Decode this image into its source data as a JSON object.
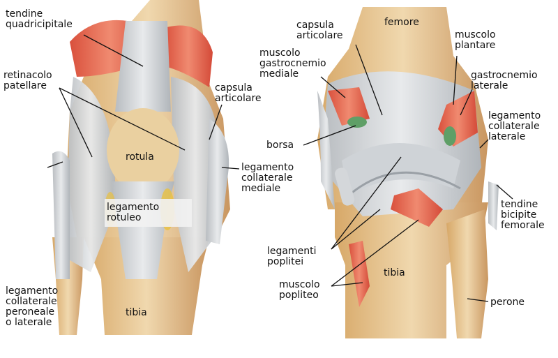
{
  "colors": {
    "bone": "#e6c796",
    "bone_dark": "#c9975a",
    "ligament": "#d9dcdf",
    "ligament_shade": "#aeb3b8",
    "muscle": "#e0604a",
    "muscle_light": "#f0a08a",
    "bursa": "#5f9f67"
  },
  "front_view": {
    "tendine_quadricipitale": [
      "tendine",
      "quadricipitale"
    ],
    "retinacolo_patellare": [
      "retinacolo",
      "patellare"
    ],
    "capsula_articolare": [
      "capsula",
      "articolare"
    ],
    "rotula": "rotula",
    "legamento_collaterale_mediale": [
      "legamento",
      "collaterale",
      "mediale"
    ],
    "legamento_rotuleo": [
      "legamento",
      "rotuleo"
    ],
    "legamento_collaterale_peroneale": [
      "legamento",
      "collaterale",
      "peroneale",
      "o laterale"
    ],
    "tibia": "tibia"
  },
  "back_view": {
    "capsula_articolare": [
      "capsula",
      "articolare"
    ],
    "femore": "femore",
    "muscolo_plantare": [
      "muscolo",
      "plantare"
    ],
    "muscolo_gastrocnemio_mediale": [
      "muscolo",
      "gastrocnemio",
      "mediale"
    ],
    "gastrocnemio_laterale": [
      "gastrocnemio",
      "laterale"
    ],
    "legamento_collaterale_laterale": [
      "legamento",
      "collaterale",
      "laterale"
    ],
    "borsa": "borsa",
    "tendine_bicipite_femorale": [
      "tendine",
      "bicipite",
      "femorale"
    ],
    "legamenti_poplitei": [
      "legamenti",
      "poplitei"
    ],
    "tibia": "tibia",
    "muscolo_popliteo": [
      "muscolo",
      "popliteo"
    ],
    "perone": "perone"
  }
}
